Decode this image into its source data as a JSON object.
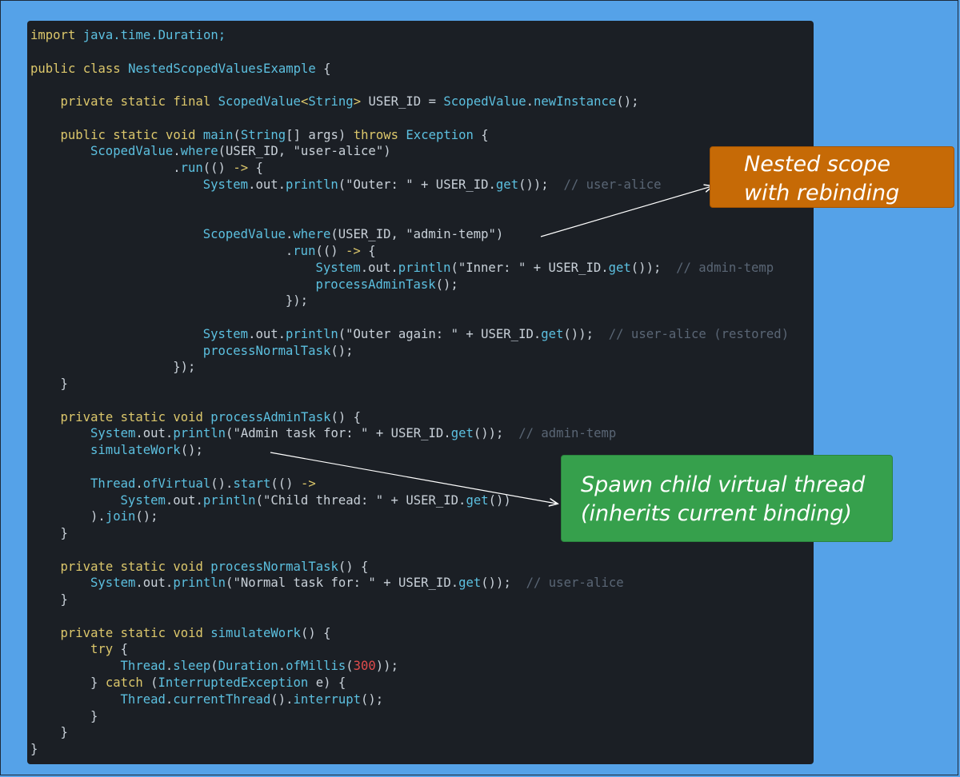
{
  "code": {
    "lines": [
      {
        "indent": 0,
        "tokens": [
          {
            "t": "import",
            "c": "kw"
          },
          {
            "t": " java.time.Duration;",
            "c": "type"
          }
        ]
      },
      {
        "indent": 0,
        "tokens": []
      },
      {
        "indent": 0,
        "tokens": [
          {
            "t": "public class ",
            "c": "kw"
          },
          {
            "t": "NestedScopedValuesExample",
            "c": "type"
          },
          {
            "t": " {",
            "c": "punc"
          }
        ]
      },
      {
        "indent": 0,
        "tokens": []
      },
      {
        "indent": 4,
        "tokens": [
          {
            "t": "private static final ",
            "c": "kw"
          },
          {
            "t": "ScopedValue",
            "c": "type"
          },
          {
            "t": "<",
            "c": "kw"
          },
          {
            "t": "String",
            "c": "type"
          },
          {
            "t": "> ",
            "c": "kw"
          },
          {
            "t": "USER_ID = ",
            "c": "id"
          },
          {
            "t": "ScopedValue",
            "c": "type"
          },
          {
            "t": ".",
            "c": "punc"
          },
          {
            "t": "newInstance",
            "c": "fn"
          },
          {
            "t": "();",
            "c": "punc"
          }
        ]
      },
      {
        "indent": 0,
        "tokens": []
      },
      {
        "indent": 4,
        "tokens": [
          {
            "t": "public static void ",
            "c": "kw"
          },
          {
            "t": "main",
            "c": "fn"
          },
          {
            "t": "(",
            "c": "punc"
          },
          {
            "t": "String",
            "c": "type"
          },
          {
            "t": "[] args) ",
            "c": "punc"
          },
          {
            "t": "throws ",
            "c": "kw"
          },
          {
            "t": "Exception",
            "c": "type"
          },
          {
            "t": " {",
            "c": "punc"
          }
        ]
      },
      {
        "indent": 8,
        "tokens": [
          {
            "t": "ScopedValue",
            "c": "type"
          },
          {
            "t": ".",
            "c": "punc"
          },
          {
            "t": "where",
            "c": "fn"
          },
          {
            "t": "(USER_ID, ",
            "c": "id"
          },
          {
            "t": "\"user-alice\"",
            "c": "str"
          },
          {
            "t": ")",
            "c": "punc"
          }
        ]
      },
      {
        "indent": 19,
        "tokens": [
          {
            "t": ".",
            "c": "punc"
          },
          {
            "t": "run",
            "c": "fn"
          },
          {
            "t": "(() ",
            "c": "punc"
          },
          {
            "t": "->",
            "c": "arrow"
          },
          {
            "t": " {",
            "c": "punc"
          }
        ]
      },
      {
        "indent": 23,
        "tokens": [
          {
            "t": "System",
            "c": "type"
          },
          {
            "t": ".out.",
            "c": "punc"
          },
          {
            "t": "println",
            "c": "fn"
          },
          {
            "t": "(",
            "c": "punc"
          },
          {
            "t": "\"Outer: \"",
            "c": "str"
          },
          {
            "t": " + USER_ID.",
            "c": "id"
          },
          {
            "t": "get",
            "c": "fn"
          },
          {
            "t": "());  ",
            "c": "punc"
          },
          {
            "t": "// user-alice",
            "c": "cmt"
          }
        ]
      },
      {
        "indent": 0,
        "tokens": []
      },
      {
        "indent": 0,
        "tokens": []
      },
      {
        "indent": 23,
        "tokens": [
          {
            "t": "ScopedValue",
            "c": "type"
          },
          {
            "t": ".",
            "c": "punc"
          },
          {
            "t": "where",
            "c": "fn"
          },
          {
            "t": "(USER_ID, ",
            "c": "id"
          },
          {
            "t": "\"admin-temp\"",
            "c": "str"
          },
          {
            "t": ")",
            "c": "punc"
          }
        ]
      },
      {
        "indent": 34,
        "tokens": [
          {
            "t": ".",
            "c": "punc"
          },
          {
            "t": "run",
            "c": "fn"
          },
          {
            "t": "(() ",
            "c": "punc"
          },
          {
            "t": "->",
            "c": "arrow"
          },
          {
            "t": " {",
            "c": "punc"
          }
        ]
      },
      {
        "indent": 38,
        "tokens": [
          {
            "t": "System",
            "c": "type"
          },
          {
            "t": ".out.",
            "c": "punc"
          },
          {
            "t": "println",
            "c": "fn"
          },
          {
            "t": "(",
            "c": "punc"
          },
          {
            "t": "\"Inner: \"",
            "c": "str"
          },
          {
            "t": " + USER_ID.",
            "c": "id"
          },
          {
            "t": "get",
            "c": "fn"
          },
          {
            "t": "());  ",
            "c": "punc"
          },
          {
            "t": "// admin-temp",
            "c": "cmt"
          }
        ]
      },
      {
        "indent": 38,
        "tokens": [
          {
            "t": "processAdminTask",
            "c": "fn"
          },
          {
            "t": "();",
            "c": "punc"
          }
        ]
      },
      {
        "indent": 34,
        "tokens": [
          {
            "t": "});",
            "c": "punc"
          }
        ]
      },
      {
        "indent": 0,
        "tokens": []
      },
      {
        "indent": 23,
        "tokens": [
          {
            "t": "System",
            "c": "type"
          },
          {
            "t": ".out.",
            "c": "punc"
          },
          {
            "t": "println",
            "c": "fn"
          },
          {
            "t": "(",
            "c": "punc"
          },
          {
            "t": "\"Outer again: \"",
            "c": "str"
          },
          {
            "t": " + USER_ID.",
            "c": "id"
          },
          {
            "t": "get",
            "c": "fn"
          },
          {
            "t": "());  ",
            "c": "punc"
          },
          {
            "t": "// user-alice (restored)",
            "c": "cmt"
          }
        ]
      },
      {
        "indent": 23,
        "tokens": [
          {
            "t": "processNormalTask",
            "c": "fn"
          },
          {
            "t": "();",
            "c": "punc"
          }
        ]
      },
      {
        "indent": 19,
        "tokens": [
          {
            "t": "});",
            "c": "punc"
          }
        ]
      },
      {
        "indent": 4,
        "tokens": [
          {
            "t": "}",
            "c": "punc"
          }
        ]
      },
      {
        "indent": 0,
        "tokens": []
      },
      {
        "indent": 4,
        "tokens": [
          {
            "t": "private static void ",
            "c": "kw"
          },
          {
            "t": "processAdminTask",
            "c": "fn"
          },
          {
            "t": "() {",
            "c": "punc"
          }
        ]
      },
      {
        "indent": 8,
        "tokens": [
          {
            "t": "System",
            "c": "type"
          },
          {
            "t": ".out.",
            "c": "punc"
          },
          {
            "t": "println",
            "c": "fn"
          },
          {
            "t": "(",
            "c": "punc"
          },
          {
            "t": "\"Admin task for: \"",
            "c": "str"
          },
          {
            "t": " + USER_ID.",
            "c": "id"
          },
          {
            "t": "get",
            "c": "fn"
          },
          {
            "t": "());  ",
            "c": "punc"
          },
          {
            "t": "// admin-temp",
            "c": "cmt"
          }
        ]
      },
      {
        "indent": 8,
        "tokens": [
          {
            "t": "simulateWork",
            "c": "fn"
          },
          {
            "t": "();",
            "c": "punc"
          }
        ]
      },
      {
        "indent": 0,
        "tokens": []
      },
      {
        "indent": 8,
        "tokens": [
          {
            "t": "Thread",
            "c": "type"
          },
          {
            "t": ".",
            "c": "punc"
          },
          {
            "t": "ofVirtual",
            "c": "fn"
          },
          {
            "t": "().",
            "c": "punc"
          },
          {
            "t": "start",
            "c": "fn"
          },
          {
            "t": "(() ",
            "c": "punc"
          },
          {
            "t": "->",
            "c": "arrow"
          }
        ]
      },
      {
        "indent": 12,
        "tokens": [
          {
            "t": "System",
            "c": "type"
          },
          {
            "t": ".out.",
            "c": "punc"
          },
          {
            "t": "println",
            "c": "fn"
          },
          {
            "t": "(",
            "c": "punc"
          },
          {
            "t": "\"Child thread: \"",
            "c": "str"
          },
          {
            "t": " + USER_ID.",
            "c": "id"
          },
          {
            "t": "get",
            "c": "fn"
          },
          {
            "t": "())",
            "c": "punc"
          }
        ]
      },
      {
        "indent": 8,
        "tokens": [
          {
            "t": ").",
            "c": "punc"
          },
          {
            "t": "join",
            "c": "fn"
          },
          {
            "t": "();",
            "c": "punc"
          }
        ]
      },
      {
        "indent": 4,
        "tokens": [
          {
            "t": "}",
            "c": "punc"
          }
        ]
      },
      {
        "indent": 0,
        "tokens": []
      },
      {
        "indent": 4,
        "tokens": [
          {
            "t": "private static void ",
            "c": "kw"
          },
          {
            "t": "processNormalTask",
            "c": "fn"
          },
          {
            "t": "() {",
            "c": "punc"
          }
        ]
      },
      {
        "indent": 8,
        "tokens": [
          {
            "t": "System",
            "c": "type"
          },
          {
            "t": ".out.",
            "c": "punc"
          },
          {
            "t": "println",
            "c": "fn"
          },
          {
            "t": "(",
            "c": "punc"
          },
          {
            "t": "\"Normal task for: \"",
            "c": "str"
          },
          {
            "t": " + USER_ID.",
            "c": "id"
          },
          {
            "t": "get",
            "c": "fn"
          },
          {
            "t": "());  ",
            "c": "punc"
          },
          {
            "t": "// user-alice",
            "c": "cmt"
          }
        ]
      },
      {
        "indent": 4,
        "tokens": [
          {
            "t": "}",
            "c": "punc"
          }
        ]
      },
      {
        "indent": 0,
        "tokens": []
      },
      {
        "indent": 4,
        "tokens": [
          {
            "t": "private static void ",
            "c": "kw"
          },
          {
            "t": "simulateWork",
            "c": "fn"
          },
          {
            "t": "() {",
            "c": "punc"
          }
        ]
      },
      {
        "indent": 8,
        "tokens": [
          {
            "t": "try",
            "c": "kw"
          },
          {
            "t": " {",
            "c": "punc"
          }
        ]
      },
      {
        "indent": 12,
        "tokens": [
          {
            "t": "Thread",
            "c": "type"
          },
          {
            "t": ".",
            "c": "punc"
          },
          {
            "t": "sleep",
            "c": "fn"
          },
          {
            "t": "(",
            "c": "punc"
          },
          {
            "t": "Duration",
            "c": "type"
          },
          {
            "t": ".",
            "c": "punc"
          },
          {
            "t": "ofMillis",
            "c": "fn"
          },
          {
            "t": "(",
            "c": "punc"
          },
          {
            "t": "300",
            "c": "num"
          },
          {
            "t": "));",
            "c": "punc"
          }
        ]
      },
      {
        "indent": 8,
        "tokens": [
          {
            "t": "} ",
            "c": "punc"
          },
          {
            "t": "catch",
            "c": "kw"
          },
          {
            "t": " (",
            "c": "punc"
          },
          {
            "t": "InterruptedException",
            "c": "type"
          },
          {
            "t": " e) {",
            "c": "punc"
          }
        ]
      },
      {
        "indent": 12,
        "tokens": [
          {
            "t": "Thread",
            "c": "type"
          },
          {
            "t": ".",
            "c": "punc"
          },
          {
            "t": "currentThread",
            "c": "fn"
          },
          {
            "t": "().",
            "c": "punc"
          },
          {
            "t": "interrupt",
            "c": "fn"
          },
          {
            "t": "();",
            "c": "punc"
          }
        ]
      },
      {
        "indent": 8,
        "tokens": [
          {
            "t": "}",
            "c": "punc"
          }
        ]
      },
      {
        "indent": 4,
        "tokens": [
          {
            "t": "}",
            "c": "punc"
          }
        ]
      },
      {
        "indent": 0,
        "tokens": [
          {
            "t": "}",
            "c": "punc"
          }
        ]
      }
    ]
  },
  "annotations": {
    "rebinding": {
      "line1": "Nested scope",
      "line2": "with rebinding"
    },
    "child_thread": {
      "line1": "Spawn child virtual thread",
      "line2": "(inherits current binding)"
    }
  },
  "colors": {
    "background": "#55a2e8",
    "editor": "#1b1f25",
    "keyword": "#dcc76b",
    "type": "#5cc0e0",
    "text": "#c9d1d9",
    "comment": "#5a6675",
    "number": "#e04c4c",
    "note_orange": "#c66a06",
    "note_green": "#36a04c"
  }
}
